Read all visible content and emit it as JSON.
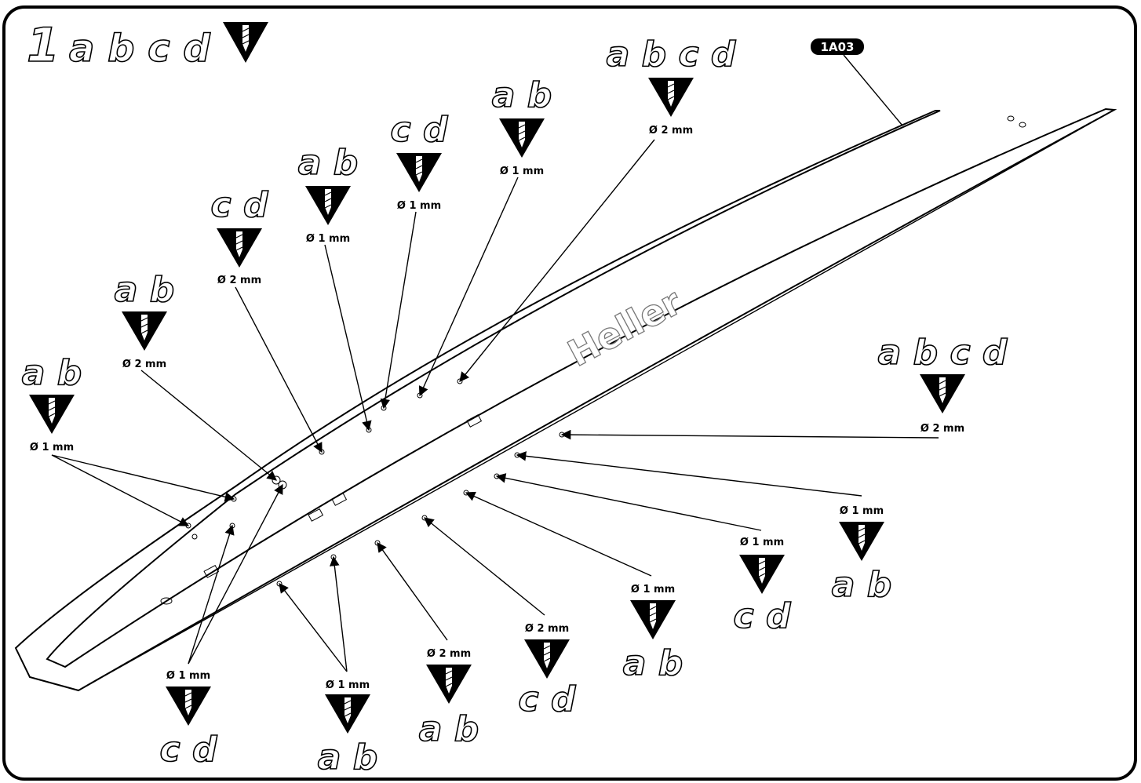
{
  "step_number": "1",
  "header_variants": "a b c d",
  "part_code": "1A03",
  "embossed_text": "Heller",
  "callouts": [
    {
      "variants": "a b c d",
      "diameter": "Ø 2 mm"
    },
    {
      "variants": "a b",
      "diameter": "Ø 1 mm"
    },
    {
      "variants": "c d",
      "diameter": "Ø 1 mm"
    },
    {
      "variants": "a b",
      "diameter": "Ø 1 mm"
    },
    {
      "variants": "c d",
      "diameter": "Ø 2 mm"
    },
    {
      "variants": "a b",
      "diameter": "Ø 2 mm"
    },
    {
      "variants": "a b",
      "diameter": "Ø 1 mm"
    },
    {
      "variants": "a b c d",
      "diameter": "Ø 2 mm"
    },
    {
      "variants": "a b",
      "diameter": "Ø 1 mm"
    },
    {
      "variants": "c d",
      "diameter": "Ø 1 mm"
    },
    {
      "variants": "a b",
      "diameter": "Ø 1 mm"
    },
    {
      "variants": "c d",
      "diameter": "Ø 2 mm"
    },
    {
      "variants": "a b",
      "diameter": "Ø 2 mm"
    },
    {
      "variants": "a b",
      "diameter": "Ø 1 mm"
    },
    {
      "variants": "c d",
      "diameter": "Ø 1 mm"
    }
  ],
  "icons": {
    "drill": "drill-bit-icon"
  },
  "colors": {
    "line": "#000000",
    "background": "#ffffff"
  }
}
